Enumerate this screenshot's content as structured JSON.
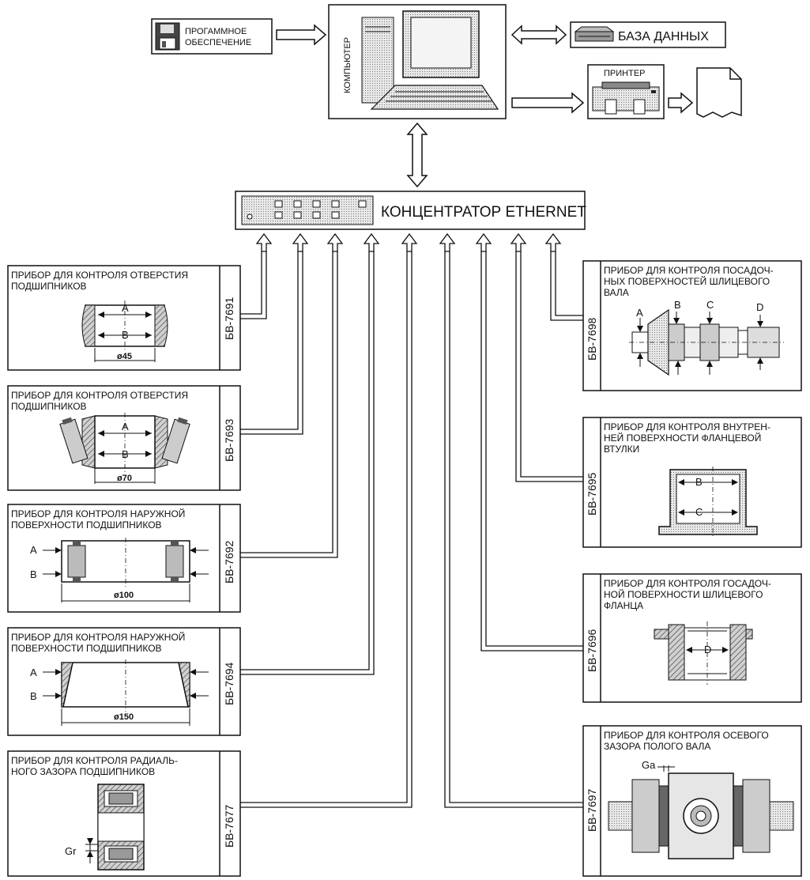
{
  "software": {
    "line1": "ПРОГАММНОЕ",
    "line2": "ОБЕСПЕЧЕНИЕ"
  },
  "computer": {
    "label": "КОМПЬЮТЕР"
  },
  "database": {
    "label": "БАЗА ДАННЫХ"
  },
  "printer": {
    "label": "ПРИНТЕР"
  },
  "hub": {
    "label": "КОНЦЕНТРАТОР  ETHERNET"
  },
  "left_devices": [
    {
      "code": "БВ-7691",
      "title1": "ПРИБОР ДЛЯ КОНТРОЛЯ ОТВЕРСТИЯ",
      "title2": "ПОДШИПНИКОВ",
      "labels": [
        "A",
        "B"
      ],
      "dim": "ø45"
    },
    {
      "code": "БВ-7693",
      "title1": "ПРИБОР ДЛЯ КОНТРОЛЯ ОТВЕРСТИЯ",
      "title2": "ПОДШИПНИКОВ",
      "labels": [
        "A",
        "B"
      ],
      "dim": "ø70"
    },
    {
      "code": "БВ-7692",
      "title1": "ПРИБОР ДЛЯ КОНТРОЛЯ НАРУЖНОЙ",
      "title2": "ПОВЕРХНОСТИ ПОДШИПНИКОВ",
      "labels": [
        "A",
        "B"
      ],
      "dim": "ø100"
    },
    {
      "code": "БВ-7694",
      "title1": "ПРИБОР ДЛЯ КОНТРОЛЯ НАРУЖНОЙ",
      "title2": "ПОВЕРХНОСТИ ПОДШИПНИКОВ",
      "labels": [
        "A",
        "B"
      ],
      "dim": "ø150"
    },
    {
      "code": "БВ-7677",
      "title1": "ПРИБОР ДЛЯ КОНТРОЛЯ РАДИАЛЬ-",
      "title2": "НОГО ЗАЗОРА ПОДШИПНИКОВ",
      "labels": [
        "Gr"
      ],
      "dim": ""
    }
  ],
  "right_devices": [
    {
      "code": "БВ-7698",
      "title1": "ПРИБОР ДЛЯ КОНТРОЛЯ ПОСАДОЧ-",
      "title2": "НЫХ ПОВЕРХНОСТЕЙ ШЛИЦЕВОГО",
      "title3": "ВАЛА",
      "labels": [
        "A",
        "B",
        "C",
        "D"
      ]
    },
    {
      "code": "БВ-7695",
      "title1": "ПРИБОР ДЛЯ КОНТРОЛЯ ВНУТРЕН-",
      "title2": "НЕЙ ПОВЕРХНОСТИ ФЛАНЦЕВОЙ",
      "title3": "ВТУЛКИ",
      "labels": [
        "B",
        "C"
      ]
    },
    {
      "code": "БВ-7696",
      "title1": "ПРИБОР ДЛЯ КОНТРОЛЯ ГОСАДОЧ-",
      "title2": "НОЙ ПОВЕРХНОСТИ ШЛИЦЕВОГО",
      "title3": "ФЛАНЦА",
      "labels": [
        "D"
      ]
    },
    {
      "code": "БВ-7697",
      "title1": "ПРИБОР ДЛЯ КОНТРОЛЯ ОСЕВОГО",
      "title2": "ЗАЗОРА ПОЛОГО ВАЛА",
      "title3": "",
      "labels": [
        "Ga"
      ]
    }
  ]
}
